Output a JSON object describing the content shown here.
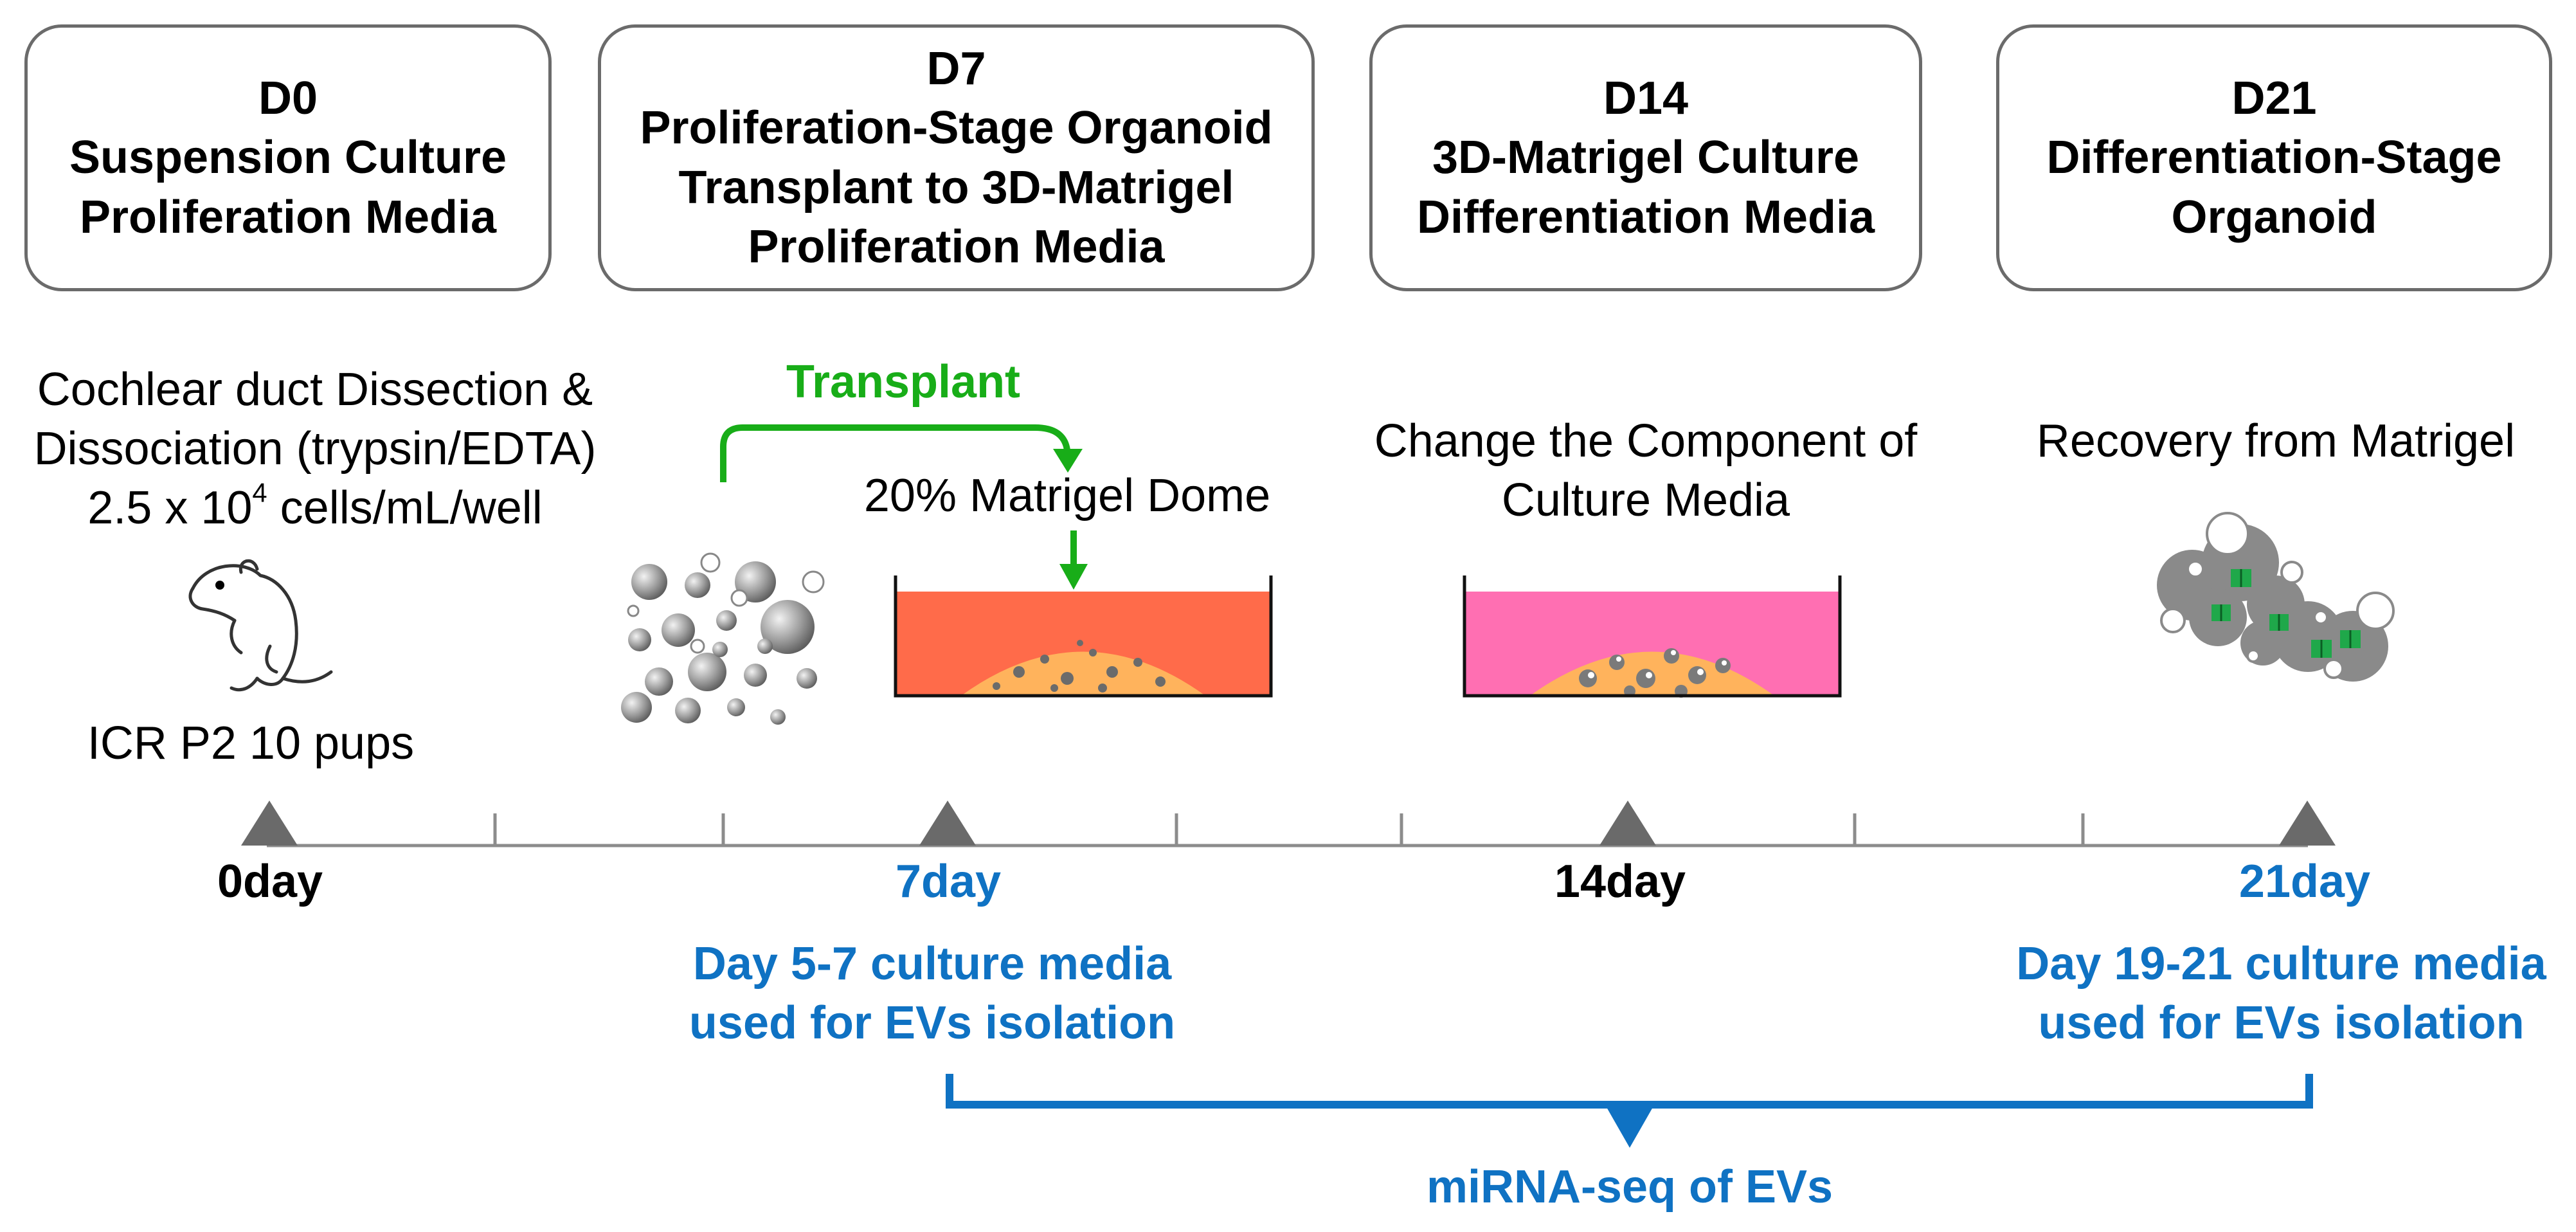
{
  "stages": [
    {
      "day": "D0",
      "lines": [
        "Suspension Culture",
        "Proliferation Media"
      ]
    },
    {
      "day": "D7",
      "lines": [
        "Proliferation-Stage Organoid",
        "Transplant to 3D-Matrigel",
        "Proliferation Media"
      ]
    },
    {
      "day": "D14",
      "lines": [
        "3D-Matrigel Culture",
        "Differentiation Media"
      ]
    },
    {
      "day": "D21",
      "lines": [
        "Differentiation-Stage",
        "Organoid"
      ]
    }
  ],
  "step0": {
    "line1": "Cochlear duct Dissection &",
    "line2": "Dissociation (trypsin/EDTA)",
    "line3_prefix": "2.5 x 10",
    "line3_sup": "4",
    "line3_suffix": " cells/mL/well",
    "animal": "ICR P2 10 pups"
  },
  "transplant_label": "Transplant",
  "dome_label": "20% Matrigel Dome",
  "change_label": [
    "Change the Component of",
    "Culture Media"
  ],
  "recovery_label": "Recovery from Matrigel",
  "timeline": {
    "labels": [
      "0day",
      "7day",
      "14day",
      "21day"
    ],
    "note_day7": [
      "Day 5-7 culture media",
      "used for EVs isolation"
    ],
    "note_day21": [
      "Day 19-21 culture media",
      "used for EVs isolation"
    ],
    "bracket_label": "miRNA-seq of EVs"
  },
  "colors": {
    "blue": "#0f72c3",
    "green": "#18ad18",
    "gray": "#8c8c8c",
    "media_red": "#ff6b4a",
    "media_pink": "#ff6fb2",
    "matrigel": "#ffb35c"
  }
}
